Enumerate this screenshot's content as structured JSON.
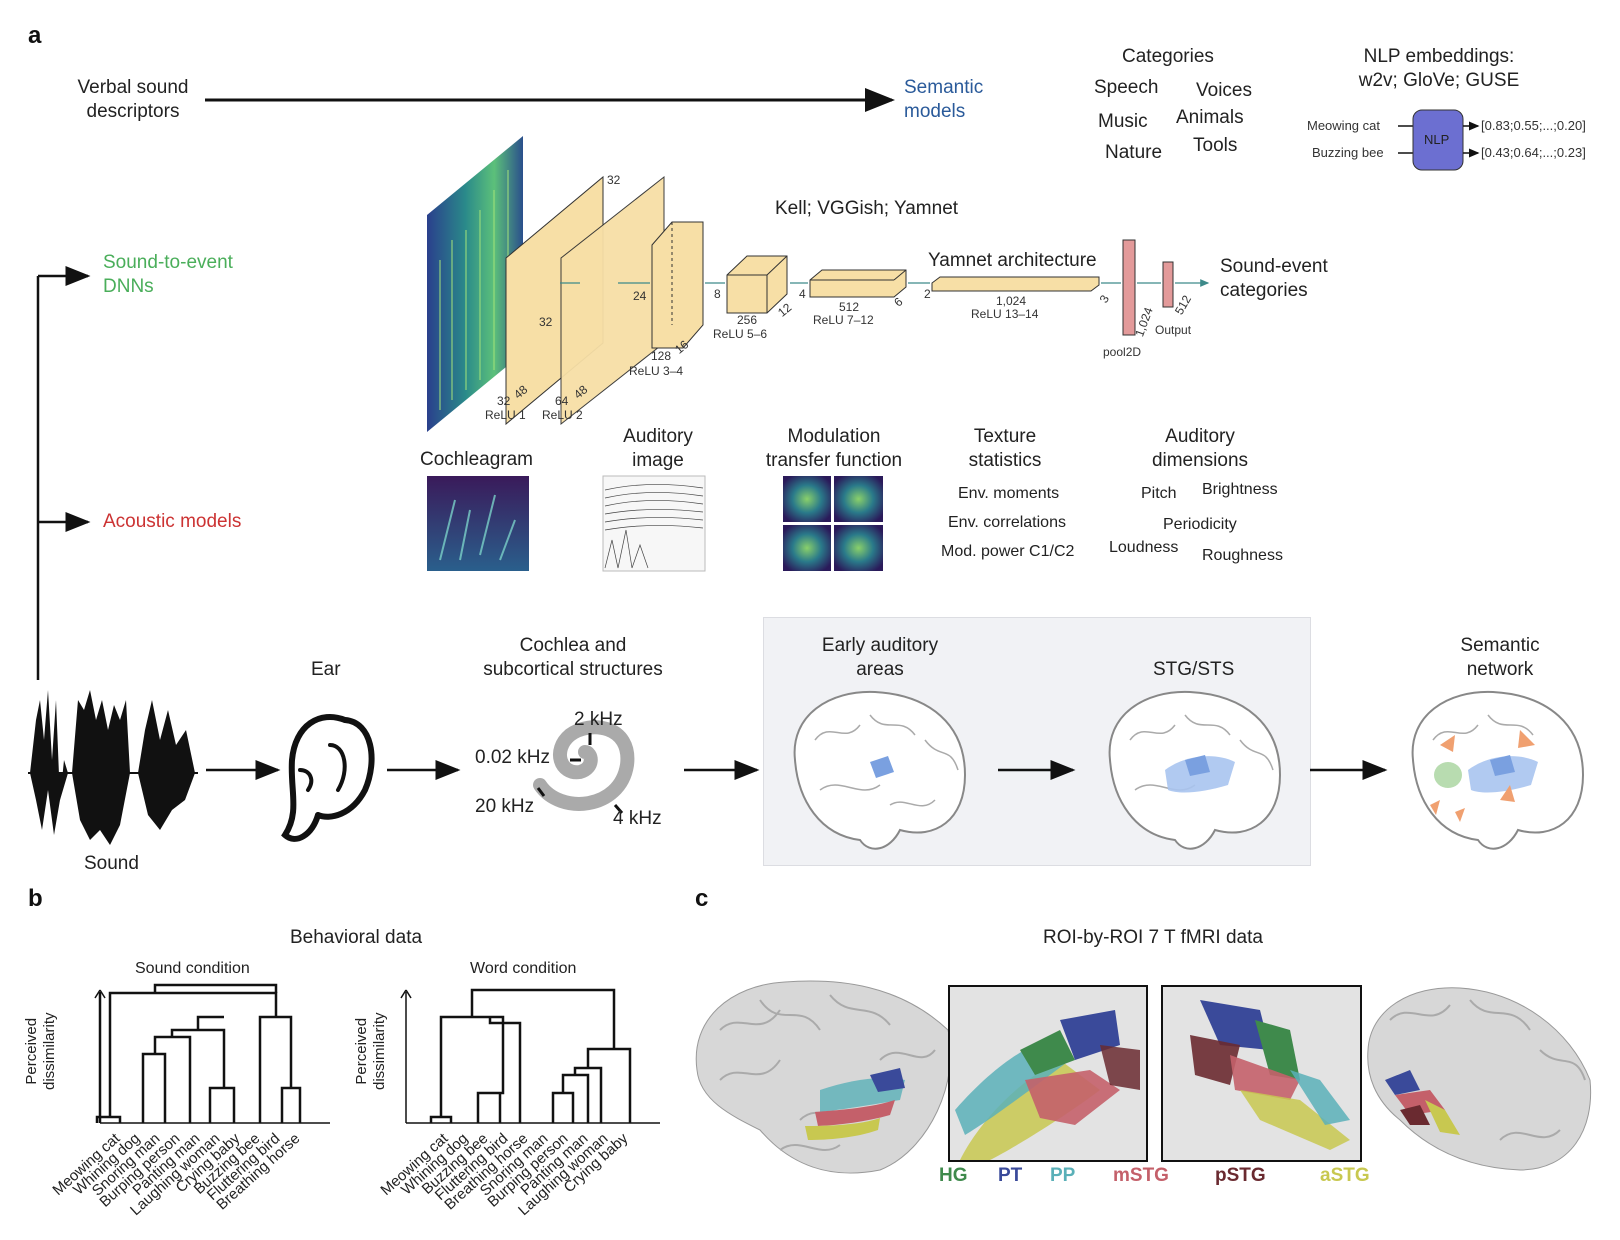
{
  "panels": {
    "a": "a",
    "b": "b",
    "c": "c"
  },
  "row_semantic": {
    "verbal": [
      "Verbal sound",
      "descriptors"
    ],
    "semantic_models": [
      "Semantic",
      "models"
    ],
    "categories_title": "Categories",
    "categories": [
      "Speech",
      "Voices",
      "Music",
      "Animals",
      "Nature",
      "Tools"
    ],
    "nlp_title": [
      "NLP embeddings:",
      "w2v; GloVe; GUSE"
    ],
    "nlp_box": "NLP",
    "nlp_inputs": [
      "Meowing cat",
      "Buzzing bee"
    ],
    "nlp_outputs": [
      "[0.83;0.55;...;0.20]",
      "[0.43;0.64;...;0.23]"
    ]
  },
  "row_dnn": {
    "label": [
      "Sound-to-event",
      "DNNs"
    ],
    "models": "Kell; VGGish; Yamnet",
    "arch_title": "Yamnet architecture",
    "output_label": [
      "Sound-event",
      "categories"
    ],
    "dims": [
      "32",
      "48",
      "32",
      "64",
      "48",
      "32",
      "24",
      "128",
      "16",
      "8",
      "4",
      "256",
      "12",
      "512",
      "6",
      "2",
      "1,024",
      "3",
      "1,024",
      "512"
    ],
    "layers": [
      "ReLU 1",
      "ReLU 2",
      "ReLU 3–4",
      "ReLU 5–6",
      "ReLU 7–12",
      "ReLU 13–14",
      "pool2D",
      "Output"
    ]
  },
  "row_acoustic": {
    "label": "Acoustic models",
    "cochleagram": "Cochleagram",
    "auditory_image": [
      "Auditory",
      "image"
    ],
    "mtf": [
      "Modulation",
      "transfer function"
    ],
    "texture_title": [
      "Texture",
      "statistics"
    ],
    "texture_items": [
      "Env. moments",
      "Env. correlations",
      "Mod. power C1/C2"
    ],
    "dims_title": [
      "Auditory",
      "dimensions"
    ],
    "dims_items": [
      "Pitch",
      "Brightness",
      "Periodicity",
      "Loudness",
      "Roughness"
    ]
  },
  "row_pathway": {
    "sound": "Sound",
    "ear": "Ear",
    "cochlea": [
      "Cochlea and",
      "subcortical structures"
    ],
    "freqs": [
      "2 kHz",
      "0.02 kHz",
      "20 kHz",
      "4 kHz"
    ],
    "early": [
      "Early auditory",
      "areas"
    ],
    "stg": "STG/STS",
    "semantic_net": [
      "Semantic",
      "network"
    ]
  },
  "panel_b": {
    "title": "Behavioral data",
    "ylabel": [
      "Perceived",
      "dissimilarity"
    ],
    "sound_condition": {
      "title": "Sound condition",
      "leaves": [
        "Meowing cat",
        "Whining dog",
        "Snoring man",
        "Burping person",
        "Panting man",
        "Laughing woman",
        "Crying baby",
        "Buzzing bee",
        "Fluttering bird",
        "Breathing horse"
      ]
    },
    "word_condition": {
      "title": "Word condition",
      "leaves": [
        "Meowing cat",
        "Whining dog",
        "Buzzing bee",
        "Fluttering bird",
        "Breathing horse",
        "Snoring man",
        "Burping person",
        "Panting man",
        "Laughing woman",
        "Crying baby"
      ]
    }
  },
  "panel_c": {
    "title": "ROI-by-ROI 7 T fMRI data",
    "rois": [
      {
        "name": "HG",
        "color": "#3f8a4c"
      },
      {
        "name": "PT",
        "color": "#3a4a9a"
      },
      {
        "name": "PP",
        "color": "#5ab0b8"
      },
      {
        "name": "mSTG",
        "color": "#c4606a"
      },
      {
        "name": "pSTG",
        "color": "#6a2a30"
      },
      {
        "name": "aSTG",
        "color": "#c8c850"
      }
    ]
  },
  "colors": {
    "semantic": "#2a5a9a",
    "dnn": "#4aae5a",
    "acoustic": "#cc3333",
    "layer": "#f7dfa6",
    "pool": "#e39a9a",
    "nlp": "#6c6fd1"
  }
}
